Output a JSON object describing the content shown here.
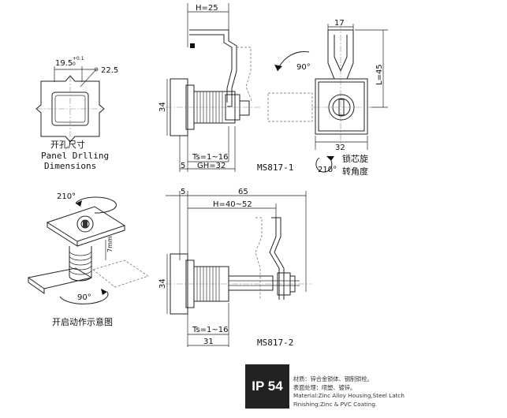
{
  "drilling": {
    "dim_width": "19.5",
    "dim_tol": "+0.1",
    "dim_tol_lower": "0",
    "dim_diameter": "22.5",
    "caption_cn": "开孔尺寸",
    "caption_en_1": "Panel Drlling",
    "caption_en_2": "Dimensions"
  },
  "ms817_1": {
    "dim_h": "H=25",
    "dim_34": "34",
    "dim_ts": "Ts=1~16",
    "dim_5": "5",
    "dim_gh": "GH=32",
    "label": "MS817-1"
  },
  "cam_view": {
    "dim_17": "17",
    "dim_l": "L=45",
    "dim_32": "32",
    "angle": "90°"
  },
  "rotation": {
    "angle": "210°",
    "caption_1": "锁芯旋",
    "caption_2": "转角度"
  },
  "iso_view": {
    "angle_top": "210°",
    "dim_7": "7mm",
    "angle_bottom": "90°",
    "caption": "开启动作示意图"
  },
  "ms817_2": {
    "dim_5": "5",
    "dim_65": "65",
    "dim_h": "H=40~52",
    "dim_34": "34",
    "dim_ts": "Ts=1~16",
    "dim_31": "31",
    "label": "MS817-2"
  },
  "footer": {
    "rating": "IP 54",
    "material_cn": "材质：锌合金锁体、钢制锁栓。",
    "finish_cn": "表面处理：喷塑、镀锌。",
    "material_en": "Material:Zinc Alloy Housing,Steel Latch",
    "finish_en": "Finishing:Zinc & PVC Coating."
  }
}
